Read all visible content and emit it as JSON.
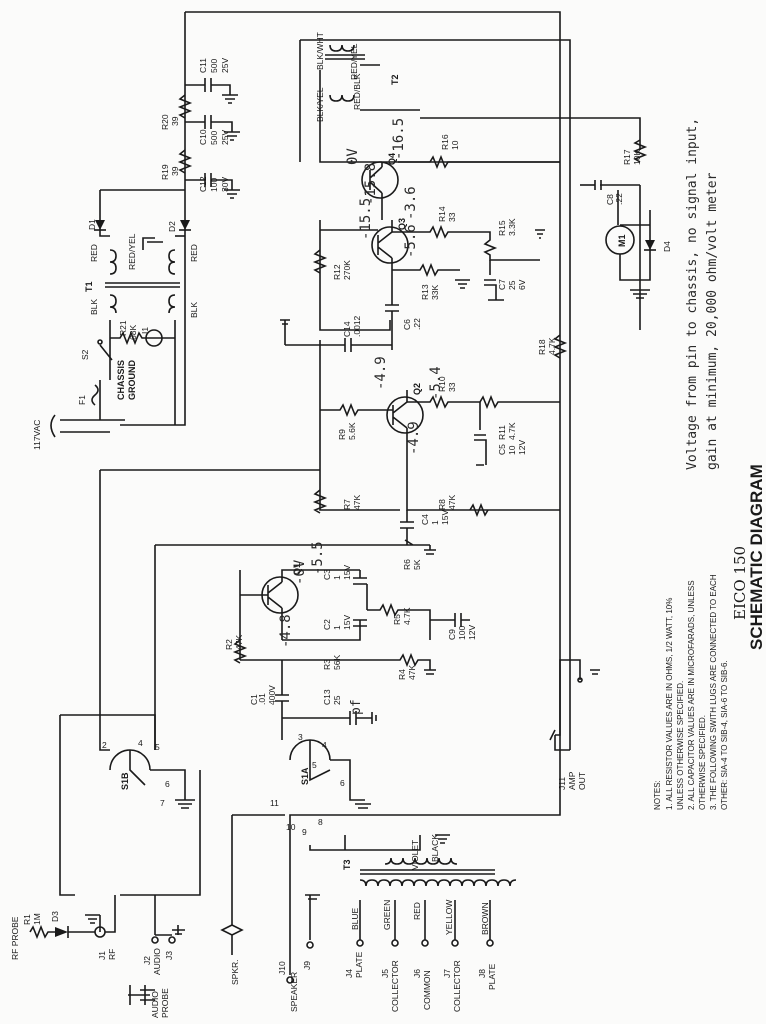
{
  "title": {
    "model": "EICO 150",
    "heading": "SCHEMATIC DIAGRAM"
  },
  "handwritten_note": {
    "line1": "Voltage from pin to chassis, no signal input,",
    "line2": "gain at minimum, 20,000 ohm/volt meter"
  },
  "notes": {
    "heading": "NOTES:",
    "n1a": "1. ALL RESISTOR VALUES ARE IN OHMS, 1/2 WATT, 10%",
    "n1b": "UNLESS OTHERWISE SPECIFIED.",
    "n2a": "2. ALL CAPACITOR VALUES ARE IN MICROFARADS, UNLESS",
    "n2b": "OTHERWISE SPECIFIED.",
    "n3a": "3. THE FOLLOWING SWITH LUGS ARE CONNECTED TO EACH",
    "n3b": "OTHER: SIA-4 TO SIB-4, SIA-6 TO SIB-6."
  },
  "voltages": {
    "q4_emitter": "0V",
    "q4_base": "-15.8",
    "q4_collector": "-16.5",
    "q3_collector": "-15.5",
    "q3_base": "-5.6",
    "q3_emitter": "-3.6",
    "q2_collector": "-4.9",
    "q2_base": "-4.9",
    "q2_emitter": "-5.4",
    "q1_emitter": "-0V",
    "q1_collector": "-5.5",
    "q1_base": "-4.8",
    "c13_unit": "pf"
  },
  "power_supply": {
    "ac": "117VAC",
    "f1": "F1",
    "s2": "S2",
    "chassis1": "CHASSIS",
    "chassis2": "GROUND",
    "r21_name": "R21",
    "r21_val": "68K",
    "lamp": "I1",
    "t1": "T1",
    "blk1": "BLK",
    "blk2": "BLK",
    "red1": "RED",
    "red2": "RED",
    "redyel": "RED/YEL",
    "d1": "D1",
    "d2": "D2",
    "r19_name": "R19",
    "r19_val": "39",
    "r20_name": "R20",
    "r20_val": "39",
    "c12_name": "C12",
    "c12_v1": "100",
    "c12_v2": "30V",
    "c10_name": "C10",
    "c10_v1": "500",
    "c10_v2": "25V",
    "c11_name": "C11",
    "c11_v1": "500",
    "c11_v2": "25V"
  },
  "output_stage": {
    "t2": "T2",
    "blkwht": "BLK/WHT",
    "redyel": "RED/YEL",
    "redblk": "RED/BLK",
    "blkyel": "BLK/YEL",
    "q4": "Q4",
    "r16_name": "R16",
    "r16_val": "10",
    "r17_name": "R17",
    "r17_val": "10K",
    "c8_name": "C8",
    "c8_val": ".22",
    "m1": "M1",
    "d4": "D4"
  },
  "driver_stage": {
    "q3": "Q3",
    "r12_name": "R12",
    "r12_val": "270K",
    "r13_name": "R13",
    "r13_val": "33K",
    "r14_name": "R14",
    "r14_val": "33",
    "r15_name": "R15",
    "r15_val": "3.3K",
    "c7_name": "C7",
    "c7_v1": "25",
    "c7_v2": "6V",
    "c6_name": "C6",
    "c6_val": ".22",
    "c14_name": "C14",
    "c14_val": ".0012",
    "r18_name": "R18",
    "r18_val": "4.7K"
  },
  "second_stage": {
    "q2": "Q2",
    "r9_name": "R9",
    "r9_val": "5.6K",
    "r10_name": "R10",
    "r10_val": "33",
    "r11_name": "R11",
    "r11_val": "4.7K",
    "c5_name": "C5",
    "c5_v1": "10",
    "c5_v2": "12V",
    "r7_name": "R7",
    "r7_val": "47K",
    "r8_name": "R8",
    "r8_val": "47K",
    "c4_name": "C4",
    "c4_v1": "1",
    "c4_v2": "15V",
    "r6_name": "R6",
    "r6_val": "5K"
  },
  "first_stage": {
    "q1": "Q1",
    "c3_name": "C3",
    "c3_v1": "1",
    "c3_v2": "15V",
    "c2_name": "C2",
    "c2_v1": "1",
    "c2_v2": "15V",
    "r5_name": "R5",
    "r5_val": "4.7K",
    "c9_name": "C9",
    "c9_v1": "100",
    "c9_v2": "12V",
    "r2_name": "R2",
    "r2_val": "47K",
    "r3_name": "R3",
    "r3_val": "56K",
    "r4_name": "R4",
    "r4_val": "47K",
    "c1_name": "C1",
    "c1_v1": ".01",
    "c1_v2": "400V",
    "c13_name": "C13",
    "c13_val": "25"
  },
  "switches": {
    "s1b": "S1B",
    "s1a": "S1A",
    "s1b_lug2": "2",
    "s1b_lug4": "4",
    "s1b_lug5": "5",
    "s1b_lug6": "6",
    "s1b_lug7": "7",
    "s1a_lug3": "3",
    "s1a_lug4": "4",
    "s1a_lug5": "5",
    "s1a_lug6": "6",
    "s1a_lug9": "9",
    "s1a_lug8": "8",
    "s1a_lug10": "10",
    "s1a_lug11": "11"
  },
  "jacks": {
    "rfprobe": "RF PROBE",
    "r1_name": "R1",
    "r1_val": "1M",
    "d3": "D3",
    "j1": "J1",
    "j1_rf": "RF",
    "j2": "J2",
    "j2_audio": "AUDIO",
    "j3": "J3",
    "audioprobe1": "AUDIO",
    "audioprobe2": "PROBE",
    "spkr": "SPKR.",
    "j10": "J10",
    "j10_speaker": "SPEAKER",
    "j9": "J9",
    "j11": "J11",
    "amp": "AMP",
    "out": "OUT"
  },
  "t3": {
    "name": "T3",
    "violet": "VIOLET",
    "black": "BLACK",
    "blue": "BLUE",
    "green": "GREEN",
    "red": "RED",
    "yellow": "YELLOW",
    "brown": "BROWN",
    "j4": "J4",
    "j4_func": "PLATE",
    "j5": "J5",
    "j5_func": "COLLECTOR",
    "j6": "J6",
    "j6_func": "COMMON",
    "j7": "J7",
    "j7_func": "COLLECTOR",
    "j8": "J8",
    "j8_func": "PLATE"
  }
}
